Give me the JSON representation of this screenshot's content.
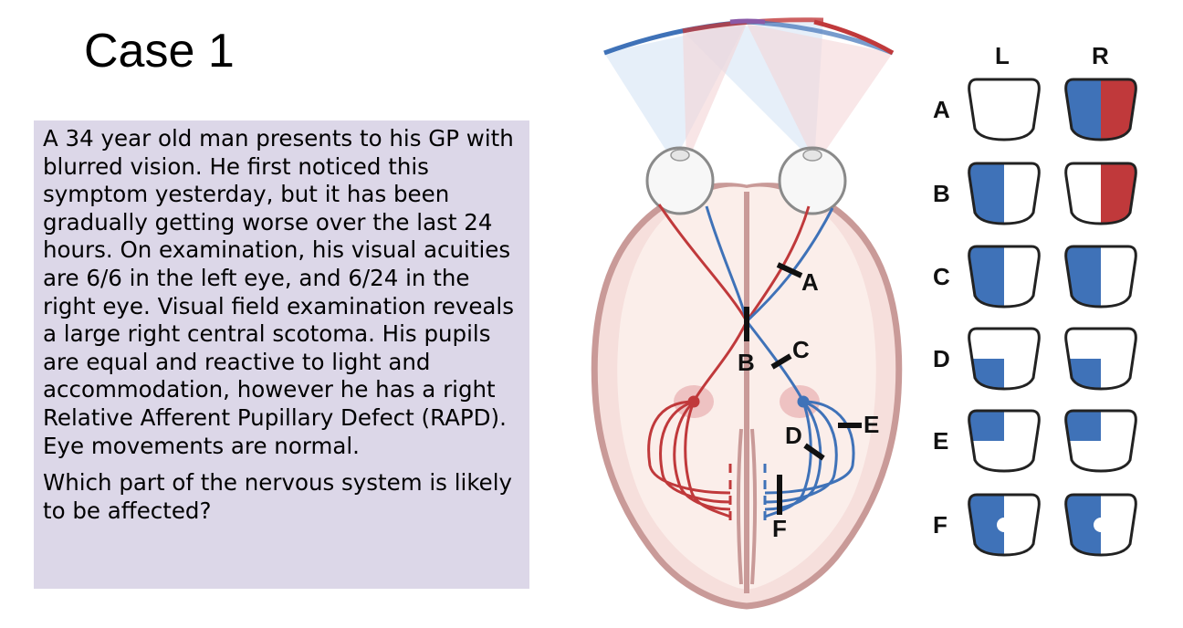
{
  "title": "Case 1",
  "case": {
    "description": "A 34 year old man presents to his GP with blurred vision. He first noticed this symptom yesterday, but it has been gradually getting worse over the last 24 hours. On examination, his visual acuities are 6/6 in the left eye, and 6/24 in the right eye. Visual field examination reveals a large right central scotoma. His pupils are equal and reactive to light and accommodation, however he has a right Relative Afferent Pupillary Defect (RAPD). Eye movements are normal.",
    "question": "Which part of the nervous system is likely to be affected?"
  },
  "diagram": {
    "lesion_labels": [
      "A",
      "B",
      "C",
      "D",
      "E",
      "F"
    ]
  },
  "field_chart": {
    "column_headers": [
      "L",
      "R"
    ],
    "rows": [
      {
        "label": "A",
        "left": "normal",
        "right": "full loss"
      },
      {
        "label": "B",
        "left": "temporal hemianopia",
        "right": "temporal hemianopia"
      },
      {
        "label": "C",
        "left": "homonymous hemianopia",
        "right": "homonymous hemianopia"
      },
      {
        "label": "D",
        "left": "inferior quadrantanopia",
        "right": "inferior quadrantanopia"
      },
      {
        "label": "E",
        "left": "superior quadrantanopia",
        "right": "superior quadrantanopia"
      },
      {
        "label": "F",
        "left": "hemianopia with macular sparing",
        "right": "hemianopia with macular sparing"
      }
    ]
  },
  "colors": {
    "left_pathway": "#c0393b",
    "right_pathway": "#3f72b8",
    "case_box": "#dcd7e8",
    "brain": "#f3d9d6"
  }
}
